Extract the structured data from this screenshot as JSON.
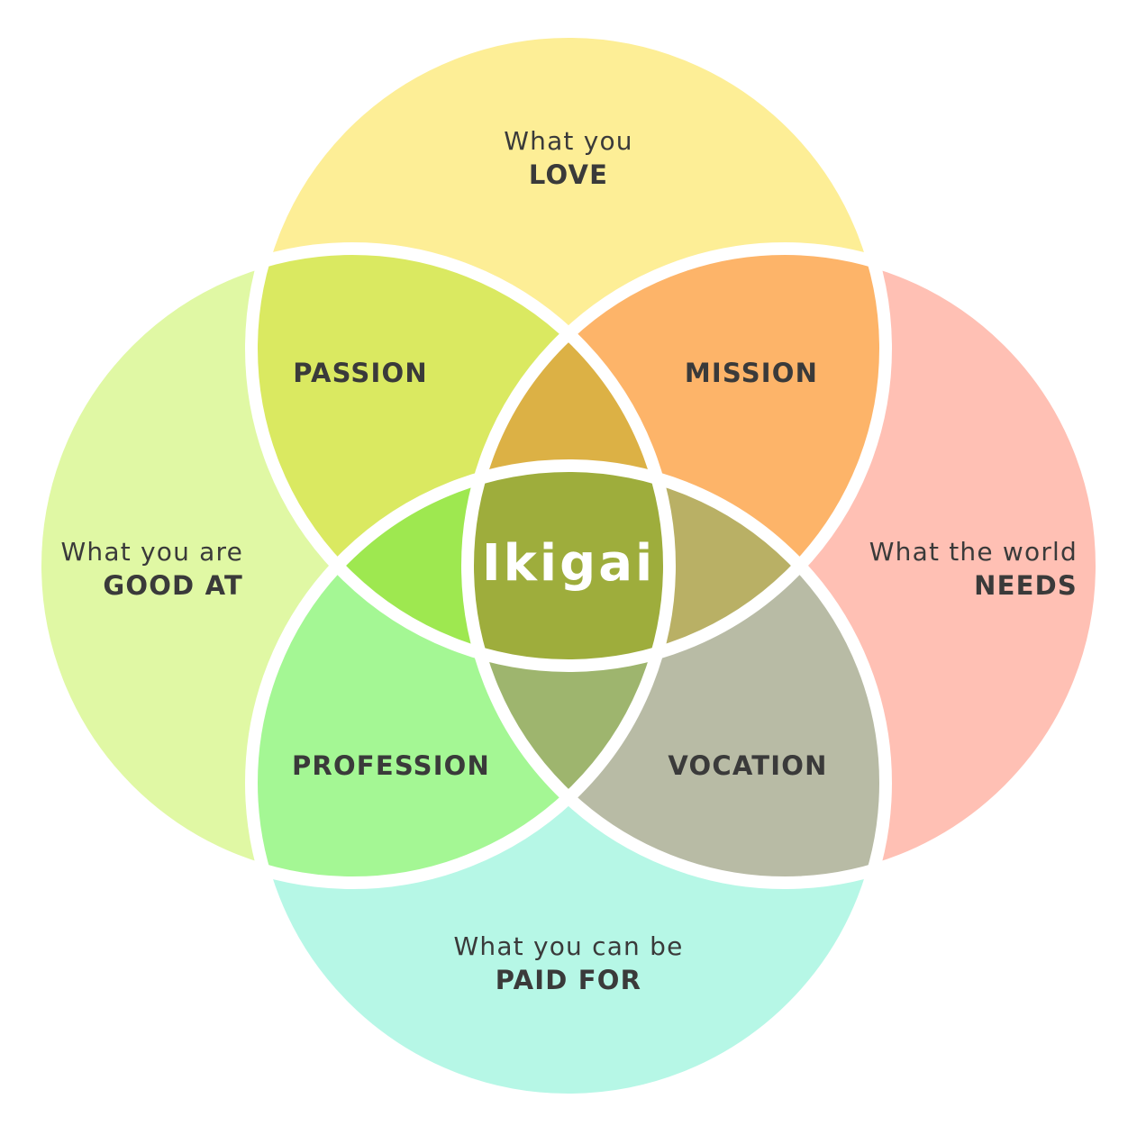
{
  "circles": {
    "love": {
      "line1": "What you",
      "line2": "LOVE"
    },
    "good": {
      "line1": "What you are",
      "line2": "GOOD AT"
    },
    "needs": {
      "line1": "What the world",
      "line2": "NEEDS"
    },
    "paid": {
      "line1": "What you can be",
      "line2": "PAID FOR"
    }
  },
  "overlaps": {
    "passion": "PASSION",
    "mission": "MISSION",
    "profession": "PROFESSION",
    "vocation": "VOCATION"
  },
  "center": "Ikigai",
  "colors": {
    "love": "#FDEE96",
    "good": "#E0F8A4",
    "needs": "#FFC0B4",
    "paid": "#B6F7E6",
    "passion": "#DAE961",
    "mission": "#FDB469",
    "profession": "#A4F794",
    "vocation": "#B8BBA5",
    "love_needs_good": "#DCB145",
    "good_paid_love": "#9EE850",
    "needs_paid_love": "#B9B065",
    "paid_good_needs": "#9EB56E",
    "ikigai": "#9EAD3C",
    "outline": "#FFFFFF",
    "text": "#3A3A3A"
  }
}
